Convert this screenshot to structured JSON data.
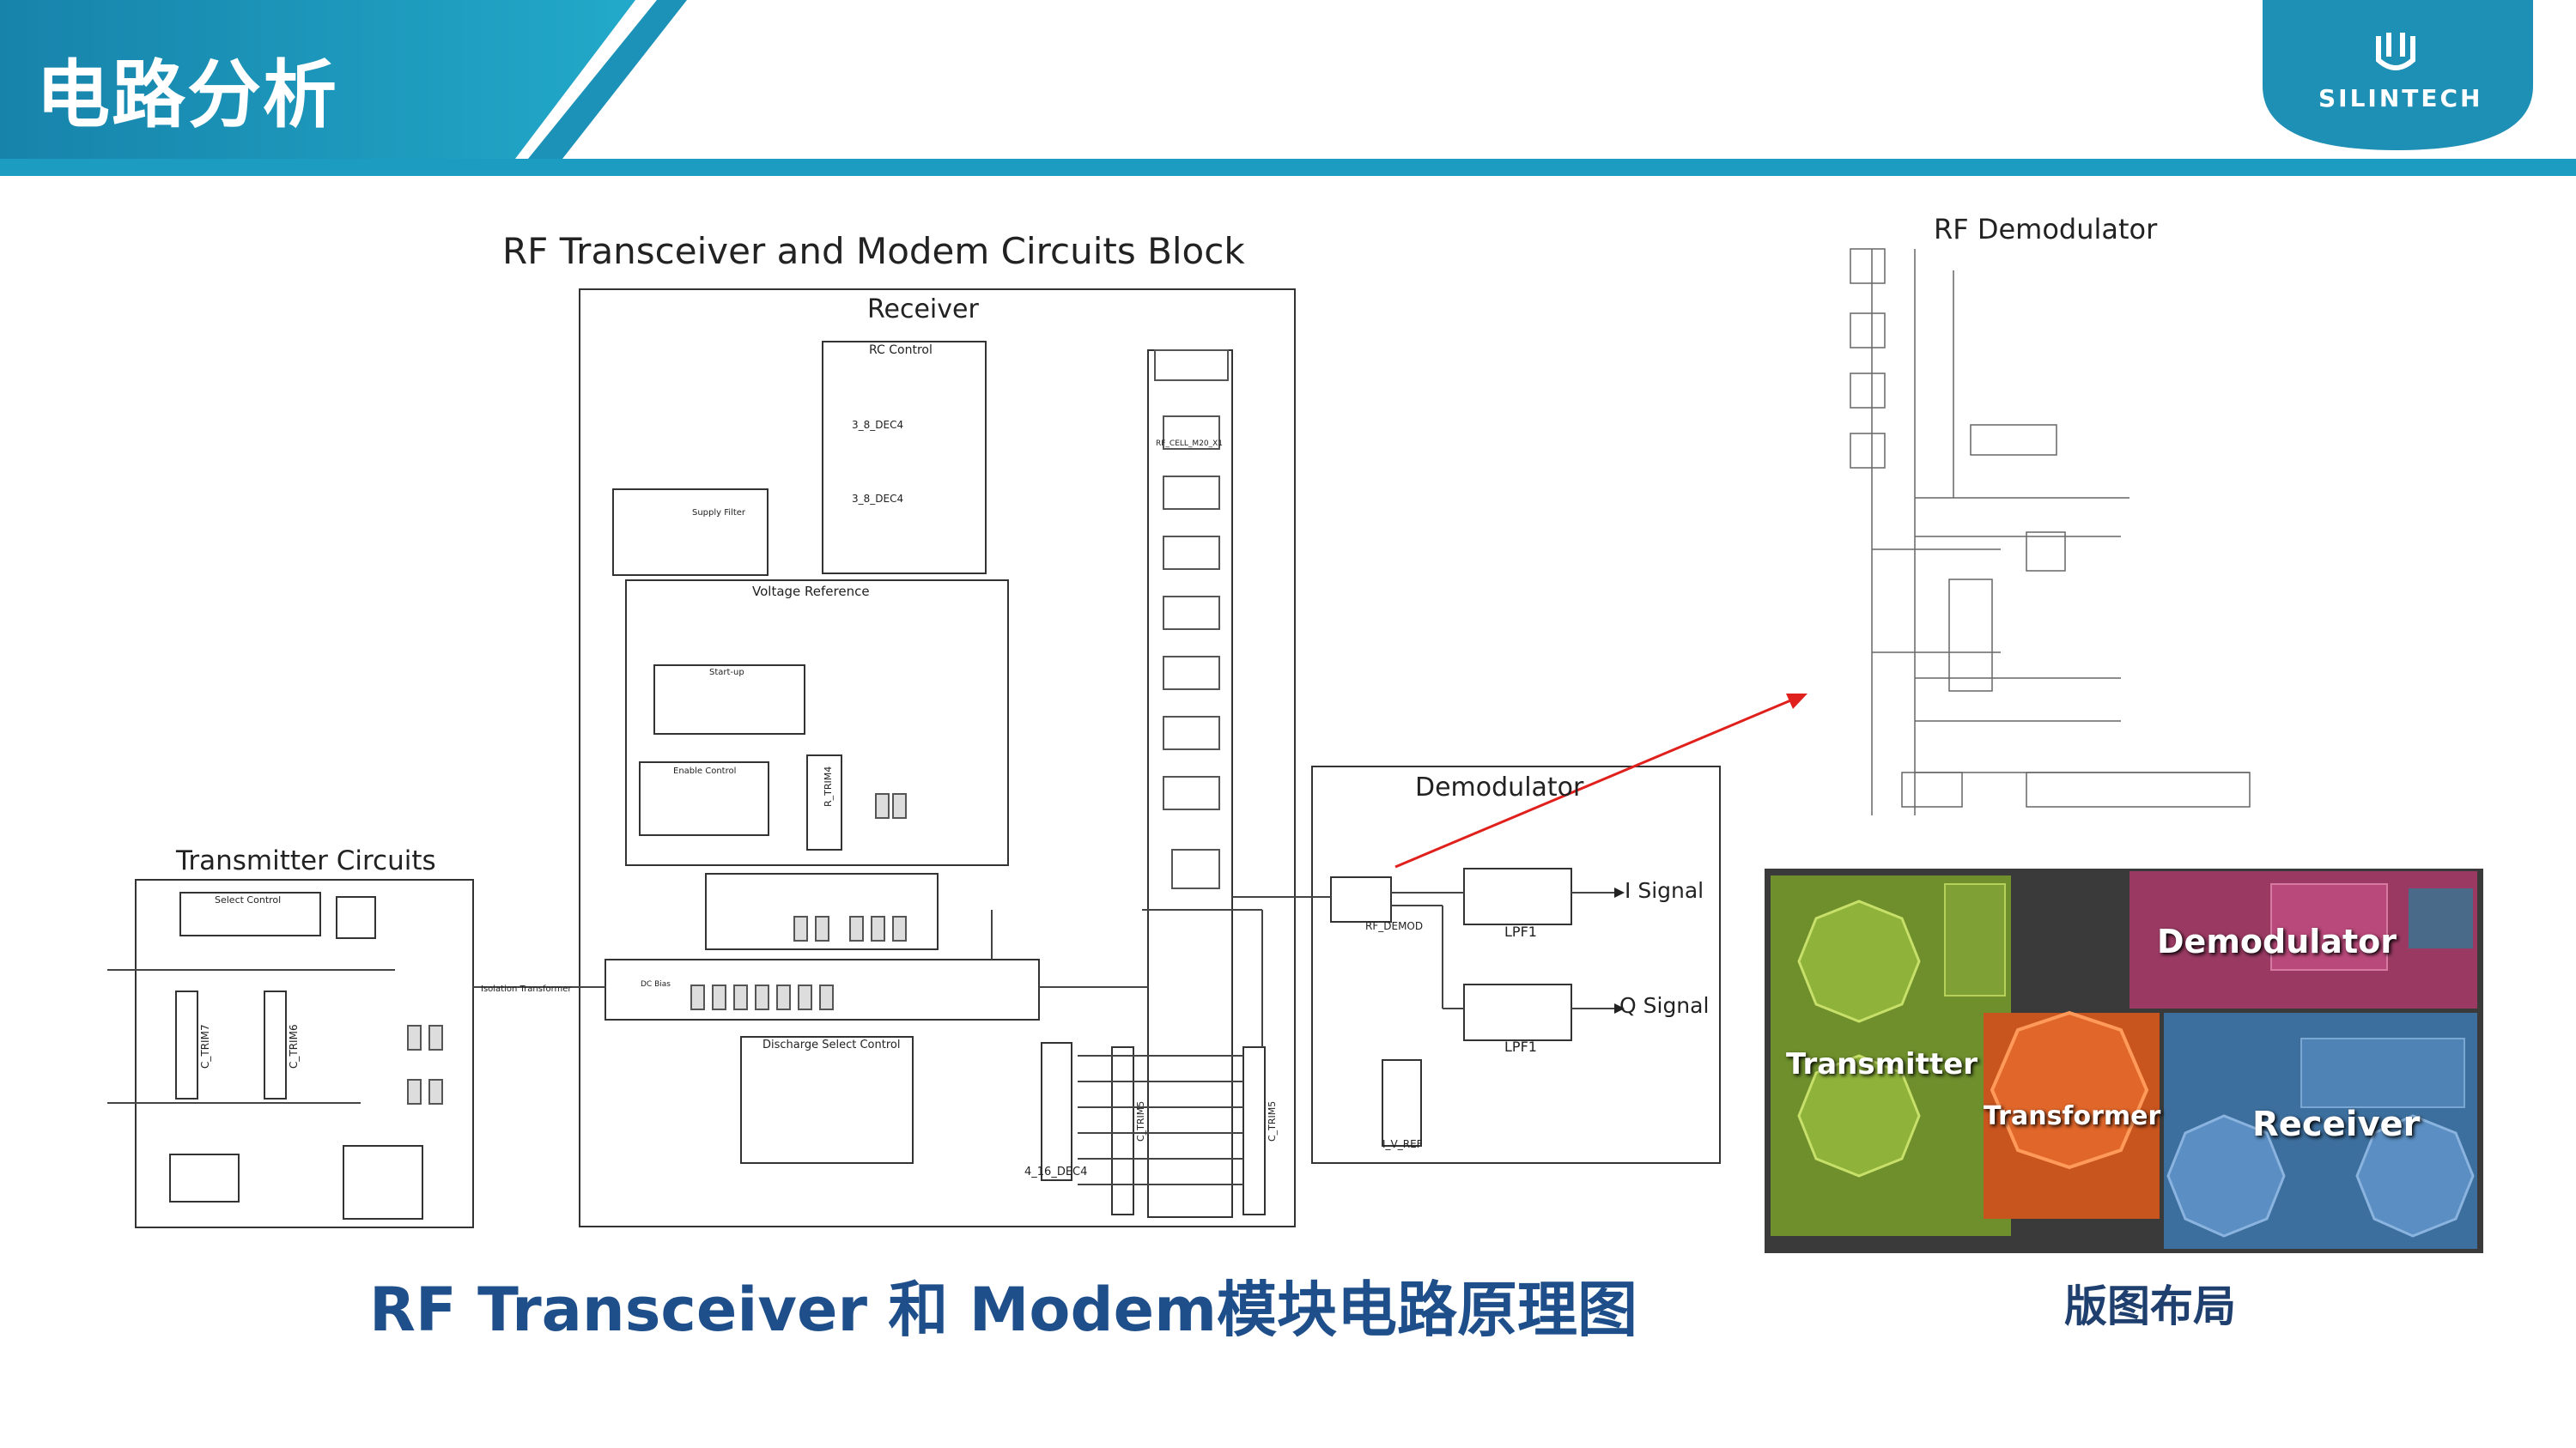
{
  "header": {
    "title": "电路分析",
    "brand": "SILINTECH",
    "colors": {
      "teal": "#1a8fb0",
      "dark_blue": "#1f4f8a",
      "header_bar": "#1d9cc2"
    }
  },
  "schematic": {
    "block_title": "RF Transceiver and Modem Circuits Block",
    "receiver": "Receiver",
    "rc_control": "RC Control",
    "dec4_a": "3_8_DEC4",
    "dec4_b": "3_8_DEC4",
    "supply_filter": "Supply Filter",
    "voltage_reference": "Voltage Reference",
    "startup": "Start-up",
    "enable_control": "Enable Control",
    "r_trim4": "R_TRIM4",
    "transmitter": "Transmitter Circuits",
    "select_control": "Select Control",
    "c_trim7": "C_TRIM7",
    "c_trim6": "C_TRIM6",
    "isolation_transformer": "Isolation Transformer",
    "dc_bias": "DC Bias",
    "discharge_select": "Discharge Select Control",
    "dec4_16": "4_16_DEC4",
    "c_trim5a": "C_TRIM5",
    "c_trim5b": "C_TRIM5",
    "rf_cell": "RF_CELL_M20_X1",
    "demodulator": "Demodulator",
    "rf_demod": "RF_DEMOD",
    "lpf1_a": "LPF1",
    "lpf1_b": "LPF1",
    "i_signal": "I Signal",
    "q_signal": "Q Signal",
    "i_v_ref": "I_V_REF"
  },
  "rf_demodulator": {
    "title": "RF Demodulator"
  },
  "layout_chip": {
    "transmitter": "Transmitter",
    "transformer": "Transformer",
    "demodulator": "Demodulator",
    "receiver": "Receiver"
  },
  "captions": {
    "schematic": "RF Transceiver 和 Modem模块电路原理图",
    "layout": "版图布局"
  }
}
